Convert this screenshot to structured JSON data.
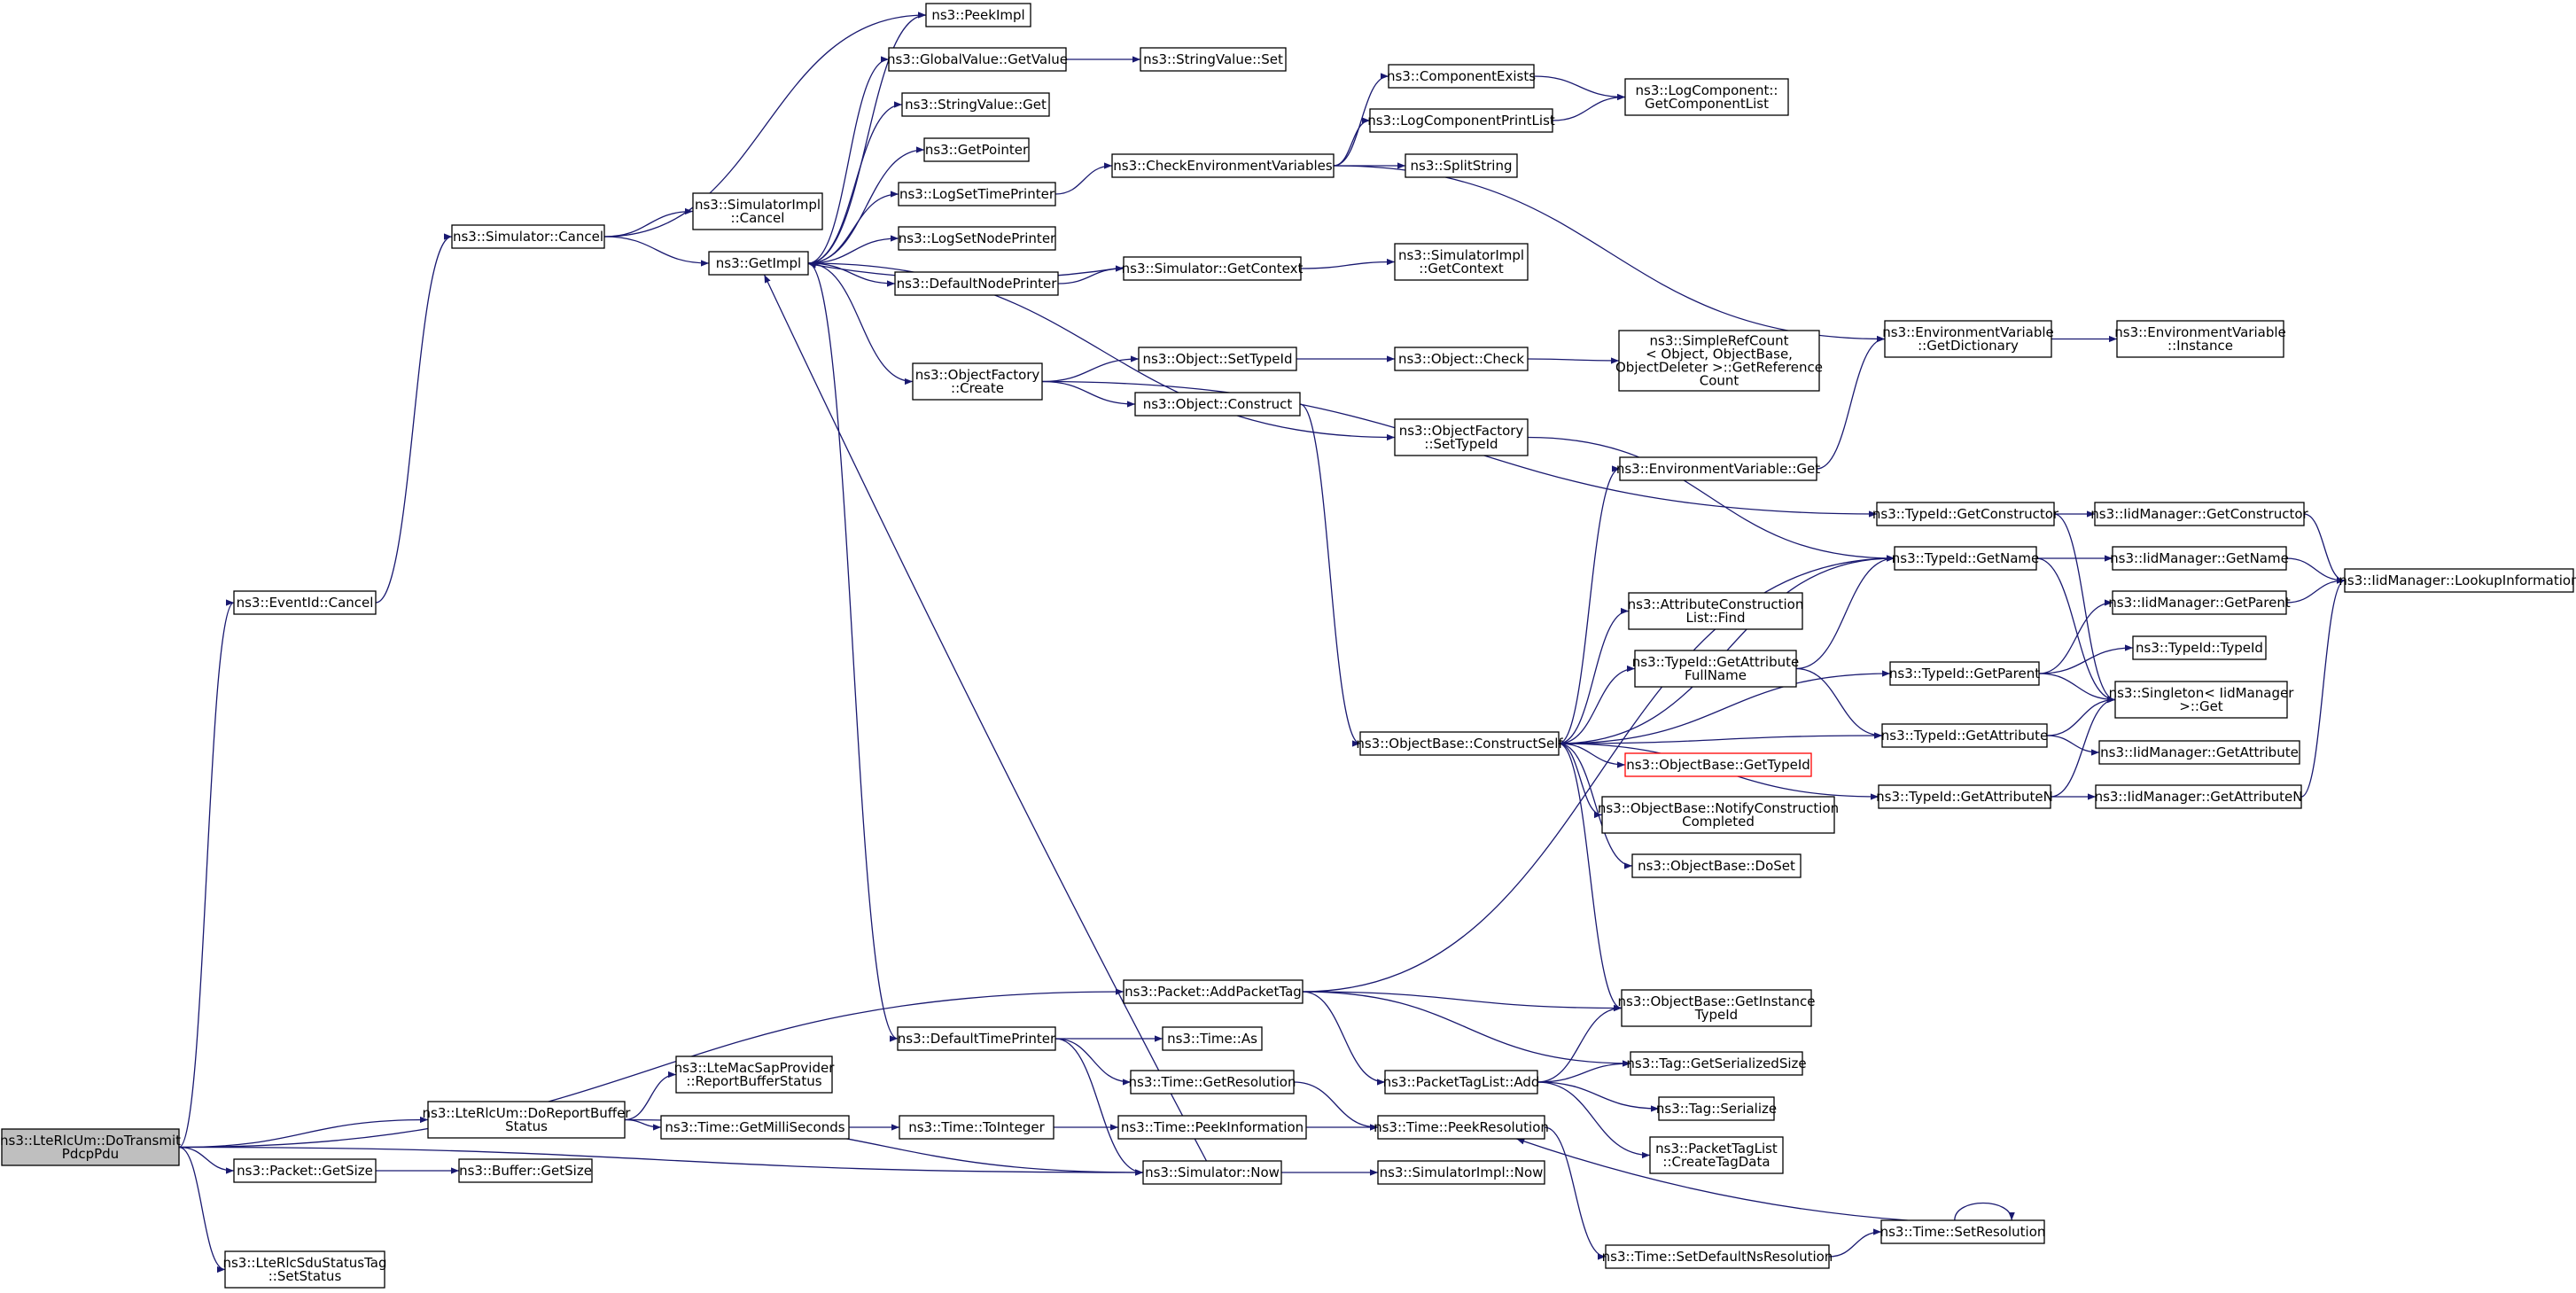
{
  "colors": {
    "edge": "#191970",
    "root_fill": "#bfbfbf",
    "missing_border": "#ff0000",
    "node_border": "#000000"
  },
  "nodes": [
    {
      "id": "root",
      "lines": [
        "ns3::LteRlcUm::DoTransmit",
        "PdcpPdu"
      ],
      "style": "root"
    },
    {
      "id": "eventid_cancel",
      "lines": [
        "ns3::EventId::Cancel"
      ]
    },
    {
      "id": "sim_cancel",
      "lines": [
        "ns3::Simulator::Cancel"
      ]
    },
    {
      "id": "simimpl_cancel",
      "lines": [
        "ns3::SimulatorImpl",
        "::Cancel"
      ]
    },
    {
      "id": "getimpl",
      "lines": [
        "ns3::GetImpl"
      ]
    },
    {
      "id": "peekimpl",
      "lines": [
        "ns3::PeekImpl"
      ]
    },
    {
      "id": "gv_getvalue",
      "lines": [
        "ns3::GlobalValue::GetValue"
      ]
    },
    {
      "id": "sv_set",
      "lines": [
        "ns3::StringValue::Set"
      ]
    },
    {
      "id": "sv_get",
      "lines": [
        "ns3::StringValue::Get"
      ]
    },
    {
      "id": "getpointer",
      "lines": [
        "ns3::GetPointer"
      ]
    },
    {
      "id": "logsettimeprinter",
      "lines": [
        "ns3::LogSetTimePrinter"
      ]
    },
    {
      "id": "checkenv",
      "lines": [
        "ns3::CheckEnvironmentVariables"
      ]
    },
    {
      "id": "compexists",
      "lines": [
        "ns3::ComponentExists"
      ]
    },
    {
      "id": "logcomp_getlist",
      "lines": [
        "ns3::LogComponent::",
        "GetComponentList"
      ]
    },
    {
      "id": "logcompprintlist",
      "lines": [
        "ns3::LogComponentPrintList"
      ]
    },
    {
      "id": "splitstring",
      "lines": [
        "ns3::SplitString"
      ]
    },
    {
      "id": "logsetnodeprinter",
      "lines": [
        "ns3::LogSetNodePrinter"
      ]
    },
    {
      "id": "defaultnodeprinter",
      "lines": [
        "ns3::DefaultNodePrinter"
      ]
    },
    {
      "id": "sim_getcontext",
      "lines": [
        "ns3::Simulator::GetContext"
      ]
    },
    {
      "id": "simimpl_getcontext",
      "lines": [
        "ns3::SimulatorImpl",
        "::GetContext"
      ]
    },
    {
      "id": "envvar_getdict",
      "lines": [
        "ns3::EnvironmentVariable",
        "::GetDictionary"
      ]
    },
    {
      "id": "envvar_instance",
      "lines": [
        "ns3::EnvironmentVariable",
        "::Instance"
      ]
    },
    {
      "id": "objfactory_create",
      "lines": [
        "ns3::ObjectFactory",
        "::Create"
      ]
    },
    {
      "id": "obj_settypeid",
      "lines": [
        "ns3::Object::SetTypeId"
      ]
    },
    {
      "id": "obj_check",
      "lines": [
        "ns3::Object::Check"
      ]
    },
    {
      "id": "simplerefcount",
      "lines": [
        "ns3::SimpleRefCount",
        "< Object, ObjectBase,",
        "ObjectDeleter >::GetReference",
        "Count"
      ]
    },
    {
      "id": "obj_construct",
      "lines": [
        "ns3::Object::Construct"
      ]
    },
    {
      "id": "objfactory_settypeid",
      "lines": [
        "ns3::ObjectFactory",
        "::SetTypeId"
      ]
    },
    {
      "id": "envvar_get",
      "lines": [
        "ns3::EnvironmentVariable::Get"
      ]
    },
    {
      "id": "typeid_getconstructor",
      "lines": [
        "ns3::TypeId::GetConstructor"
      ]
    },
    {
      "id": "iid_getconstructor",
      "lines": [
        "ns3::IidManager::GetConstructor"
      ]
    },
    {
      "id": "typeid_getname",
      "lines": [
        "ns3::TypeId::GetName"
      ]
    },
    {
      "id": "iid_getname",
      "lines": [
        "ns3::IidManager::GetName"
      ]
    },
    {
      "id": "iid_lookupinfo",
      "lines": [
        "ns3::IidManager::LookupInformation"
      ]
    },
    {
      "id": "attrconstructionlist_find",
      "lines": [
        "ns3::AttributeConstruction",
        "List::Find"
      ]
    },
    {
      "id": "iid_getparent",
      "lines": [
        "ns3::IidManager::GetParent"
      ]
    },
    {
      "id": "typeid_typeid",
      "lines": [
        "ns3::TypeId::TypeId"
      ]
    },
    {
      "id": "typeid_getattrfullname",
      "lines": [
        "ns3::TypeId::GetAttribute",
        "FullName"
      ]
    },
    {
      "id": "typeid_getparent",
      "lines": [
        "ns3::TypeId::GetParent"
      ]
    },
    {
      "id": "singleton_get",
      "lines": [
        "ns3::Singleton< IidManager",
        ">::Get"
      ]
    },
    {
      "id": "objbase_constructself",
      "lines": [
        "ns3::ObjectBase::ConstructSelf"
      ]
    },
    {
      "id": "typeid_getattribute",
      "lines": [
        "ns3::TypeId::GetAttribute"
      ]
    },
    {
      "id": "iid_getattribute",
      "lines": [
        "ns3::IidManager::GetAttribute"
      ]
    },
    {
      "id": "objbase_gettypeid",
      "lines": [
        "ns3::ObjectBase::GetTypeId"
      ],
      "style": "missing"
    },
    {
      "id": "objbase_notifyconstruction",
      "lines": [
        "ns3::ObjectBase::NotifyConstruction",
        "Completed"
      ]
    },
    {
      "id": "typeid_getattributen",
      "lines": [
        "ns3::TypeId::GetAttributeN"
      ]
    },
    {
      "id": "iid_getattributen",
      "lines": [
        "ns3::IidManager::GetAttributeN"
      ]
    },
    {
      "id": "objbase_doset",
      "lines": [
        "ns3::ObjectBase::DoSet"
      ]
    },
    {
      "id": "packet_addpackettag",
      "lines": [
        "ns3::Packet::AddPacketTag"
      ]
    },
    {
      "id": "objbase_getinstancetypeid",
      "lines": [
        "ns3::ObjectBase::GetInstance",
        "TypeId"
      ]
    },
    {
      "id": "defaulttimeprinter",
      "lines": [
        "ns3::DefaultTimePrinter"
      ]
    },
    {
      "id": "time_as",
      "lines": [
        "ns3::Time::As"
      ]
    },
    {
      "id": "tag_getserializedsize",
      "lines": [
        "ns3::Tag::GetSerializedSize"
      ]
    },
    {
      "id": "ltemacsap_reportbufferstatus",
      "lines": [
        "ns3::LteMacSapProvider",
        "::ReportBufferStatus"
      ]
    },
    {
      "id": "time_getresolution",
      "lines": [
        "ns3::Time::GetResolution"
      ]
    },
    {
      "id": "packettaglist_add",
      "lines": [
        "ns3::PacketTagList::Add"
      ]
    },
    {
      "id": "tag_serialize",
      "lines": [
        "ns3::Tag::Serialize"
      ]
    },
    {
      "id": "lterlcum_doreportbufferstatus",
      "lines": [
        "ns3::LteRlcUm::DoReportBuffer",
        "Status"
      ]
    },
    {
      "id": "time_getmilliseconds",
      "lines": [
        "ns3::Time::GetMilliSeconds"
      ]
    },
    {
      "id": "time_tointeger",
      "lines": [
        "ns3::Time::ToInteger"
      ]
    },
    {
      "id": "time_peekinformation",
      "lines": [
        "ns3::Time::PeekInformation"
      ]
    },
    {
      "id": "time_peekresolution",
      "lines": [
        "ns3::Time::PeekResolution"
      ]
    },
    {
      "id": "packettaglist_createtagdata",
      "lines": [
        "ns3::PacketTagList",
        "::CreateTagData"
      ]
    },
    {
      "id": "packet_getsize",
      "lines": [
        "ns3::Packet::GetSize"
      ]
    },
    {
      "id": "buffer_getsize",
      "lines": [
        "ns3::Buffer::GetSize"
      ]
    },
    {
      "id": "sim_now",
      "lines": [
        "ns3::Simulator::Now"
      ]
    },
    {
      "id": "simimpl_now",
      "lines": [
        "ns3::SimulatorImpl::Now"
      ]
    },
    {
      "id": "time_setresolution",
      "lines": [
        "ns3::Time::SetResolution"
      ]
    },
    {
      "id": "time_setdefaultnsresolution",
      "lines": [
        "ns3::Time::SetDefaultNsResolution"
      ]
    },
    {
      "id": "lterlcsdustatustag_setstatus",
      "lines": [
        "ns3::LteRlcSduStatusTag",
        "::SetStatus"
      ]
    }
  ],
  "edges": [
    [
      "root",
      "eventid_cancel"
    ],
    [
      "root",
      "packet_addpackettag"
    ],
    [
      "root",
      "lterlcum_doreportbufferstatus"
    ],
    [
      "root",
      "packet_getsize"
    ],
    [
      "root",
      "sim_now"
    ],
    [
      "root",
      "lterlcsdustatustag_setstatus"
    ],
    [
      "eventid_cancel",
      "sim_cancel"
    ],
    [
      "sim_cancel",
      "peekimpl"
    ],
    [
      "sim_cancel",
      "simimpl_cancel"
    ],
    [
      "sim_cancel",
      "getimpl"
    ],
    [
      "getimpl",
      "peekimpl"
    ],
    [
      "getimpl",
      "gv_getvalue"
    ],
    [
      "getimpl",
      "sv_get"
    ],
    [
      "getimpl",
      "getpointer"
    ],
    [
      "getimpl",
      "logsettimeprinter"
    ],
    [
      "getimpl",
      "logsetnodeprinter"
    ],
    [
      "getimpl",
      "defaultnodeprinter"
    ],
    [
      "getimpl",
      "objfactory_create"
    ],
    [
      "getimpl",
      "objfactory_settypeid"
    ],
    [
      "getimpl",
      "defaulttimeprinter"
    ],
    [
      "gv_getvalue",
      "sv_set"
    ],
    [
      "logsettimeprinter",
      "checkenv"
    ],
    [
      "checkenv",
      "compexists"
    ],
    [
      "checkenv",
      "logcompprintlist"
    ],
    [
      "checkenv",
      "splitstring"
    ],
    [
      "checkenv",
      "envvar_getdict"
    ],
    [
      "compexists",
      "logcomp_getlist"
    ],
    [
      "logcompprintlist",
      "logcomp_getlist"
    ],
    [
      "defaultnodeprinter",
      "sim_getcontext"
    ],
    [
      "sim_getcontext",
      "getimpl"
    ],
    [
      "sim_getcontext",
      "simimpl_getcontext"
    ],
    [
      "envvar_getdict",
      "envvar_instance"
    ],
    [
      "objfactory_create",
      "typeid_getconstructor"
    ],
    [
      "objfactory_create",
      "obj_settypeid"
    ],
    [
      "objfactory_create",
      "obj_construct"
    ],
    [
      "obj_settypeid",
      "obj_check"
    ],
    [
      "obj_check",
      "simplerefcount"
    ],
    [
      "obj_construct",
      "objbase_constructself"
    ],
    [
      "objfactory_settypeid",
      "typeid_getname"
    ],
    [
      "envvar_get",
      "envvar_getdict"
    ],
    [
      "typeid_getconstructor",
      "iid_getconstructor"
    ],
    [
      "typeid_getconstructor",
      "singleton_get"
    ],
    [
      "iid_getconstructor",
      "iid_lookupinfo"
    ],
    [
      "typeid_getname",
      "iid_getname"
    ],
    [
      "typeid_getname",
      "singleton_get"
    ],
    [
      "iid_getname",
      "iid_lookupinfo"
    ],
    [
      "iid_getparent",
      "iid_lookupinfo"
    ],
    [
      "typeid_getattrfullname",
      "typeid_getname"
    ],
    [
      "typeid_getattrfullname",
      "typeid_getattribute"
    ],
    [
      "typeid_getparent",
      "iid_getparent"
    ],
    [
      "typeid_getparent",
      "typeid_typeid"
    ],
    [
      "typeid_getparent",
      "singleton_get"
    ],
    [
      "objbase_constructself",
      "envvar_get"
    ],
    [
      "objbase_constructself",
      "typeid_getname"
    ],
    [
      "objbase_constructself",
      "attrconstructionlist_find"
    ],
    [
      "objbase_constructself",
      "typeid_getattrfullname"
    ],
    [
      "objbase_constructself",
      "typeid_getparent"
    ],
    [
      "objbase_constructself",
      "objbase_gettypeid"
    ],
    [
      "objbase_constructself",
      "objbase_notifyconstruction"
    ],
    [
      "objbase_constructself",
      "objbase_doset"
    ],
    [
      "objbase_constructself",
      "typeid_getattribute"
    ],
    [
      "objbase_constructself",
      "typeid_getattributen"
    ],
    [
      "objbase_constructself",
      "objbase_getinstancetypeid"
    ],
    [
      "typeid_getattribute",
      "singleton_get"
    ],
    [
      "typeid_getattribute",
      "iid_getattribute"
    ],
    [
      "typeid_getattributen",
      "singleton_get"
    ],
    [
      "typeid_getattributen",
      "iid_getattributen"
    ],
    [
      "iid_getattributen",
      "iid_lookupinfo"
    ],
    [
      "packet_addpackettag",
      "typeid_getname"
    ],
    [
      "packet_addpackettag",
      "objbase_getinstancetypeid"
    ],
    [
      "packet_addpackettag",
      "tag_getserializedsize"
    ],
    [
      "packet_addpackettag",
      "packettaglist_add"
    ],
    [
      "defaulttimeprinter",
      "time_as"
    ],
    [
      "defaulttimeprinter",
      "time_getresolution"
    ],
    [
      "defaulttimeprinter",
      "sim_now"
    ],
    [
      "time_getresolution",
      "time_peekresolution"
    ],
    [
      "packettaglist_add",
      "objbase_getinstancetypeid"
    ],
    [
      "packettaglist_add",
      "tag_getserializedsize"
    ],
    [
      "packettaglist_add",
      "tag_serialize"
    ],
    [
      "packettaglist_add",
      "packettaglist_createtagdata"
    ],
    [
      "lterlcum_doreportbufferstatus",
      "ltemacsap_reportbufferstatus"
    ],
    [
      "lterlcum_doreportbufferstatus",
      "time_getmilliseconds"
    ],
    [
      "lterlcum_doreportbufferstatus",
      "sim_now"
    ],
    [
      "time_getmilliseconds",
      "time_tointeger"
    ],
    [
      "time_tointeger",
      "time_peekinformation"
    ],
    [
      "time_peekinformation",
      "time_peekresolution"
    ],
    [
      "time_peekresolution",
      "time_setdefaultnsresolution"
    ],
    [
      "packet_getsize",
      "buffer_getsize"
    ],
    [
      "sim_now",
      "getimpl"
    ],
    [
      "sim_now",
      "simimpl_now"
    ],
    [
      "time_setresolution",
      "time_peekresolution"
    ],
    [
      "time_setresolution",
      "time_setresolution"
    ],
    [
      "time_setdefaultnsresolution",
      "time_setresolution"
    ]
  ]
}
